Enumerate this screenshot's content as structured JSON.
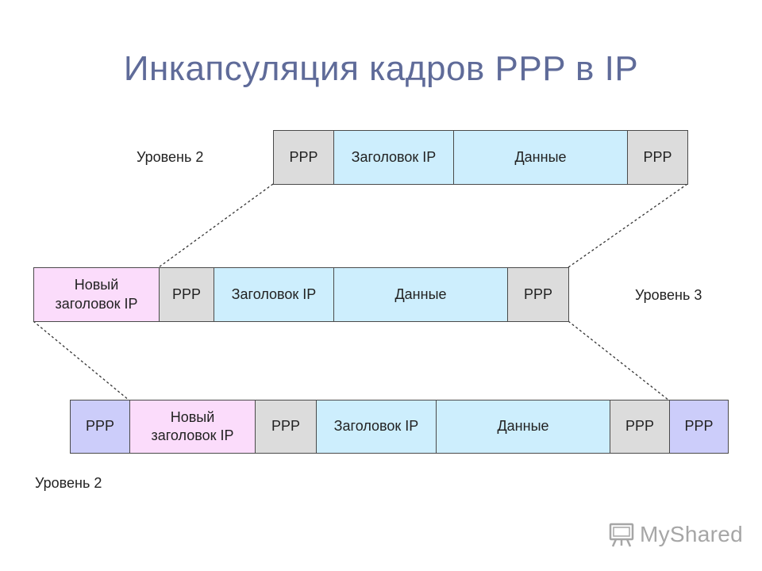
{
  "title": "Инкапсуляция кадров PPP в IP",
  "labels": {
    "level2_top": "Уровень 2",
    "level3": "Уровень 3",
    "level2_bottom": "Уровень 2"
  },
  "frame_top": {
    "ppp_left": "PPP",
    "ip_header": "Заголовок IP",
    "data": "Данные",
    "ppp_right": "PPP"
  },
  "frame_middle": {
    "new_ip_header_line1": "Новый",
    "new_ip_header_line2": "заголовок IP",
    "ppp_left": "PPP",
    "ip_header": "Заголовок IP",
    "data": "Данные",
    "ppp_right": "PPP"
  },
  "frame_bottom": {
    "outer_ppp_left": "PPP",
    "new_ip_header_line1": "Новый",
    "new_ip_header_line2": "заголовок IP",
    "ppp_left": "PPP",
    "ip_header": "Заголовок IP",
    "data": "Данные",
    "ppp_right": "PPP",
    "outer_ppp_right": "PPP"
  },
  "logo": {
    "text": "MyShared",
    "icon": "projector-icon"
  },
  "colors": {
    "title": "#5f6b99",
    "ppp": "#dcdcdc",
    "payload": "#cdeefd",
    "new_header": "#fbdcfb",
    "outer_ppp": "#cccdfa"
  }
}
